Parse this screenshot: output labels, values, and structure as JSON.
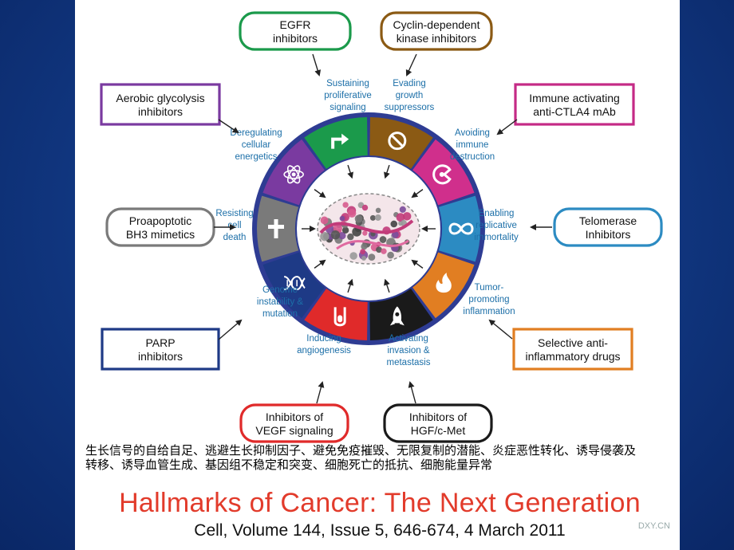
{
  "hallmarks": [
    {
      "id": "proliferative",
      "label": "Sustaining\nproliferative\nsignaling",
      "color": "#1b9a4b",
      "icon": "arrow-icon"
    },
    {
      "id": "suppressors",
      "label": "Evading\ngrowth\nsuppressors",
      "color": "#8b5a14",
      "icon": "prohibited-icon"
    },
    {
      "id": "immune",
      "label": "Avoiding\nimmune\ndestruction",
      "color": "#d02f8c",
      "icon": "pacman-cell-icon"
    },
    {
      "id": "immortality",
      "label": "Enabling\nreplicative\nimmortality",
      "color": "#2c8bc2",
      "icon": "infinity-icon"
    },
    {
      "id": "inflammation",
      "label": "Tumor-\npromoting\ninflammation",
      "color": "#e17e22",
      "icon": "flame-icon"
    },
    {
      "id": "invasion",
      "label": "Activating\ninvasion &\nmetastasis",
      "color": "#1a1a1a",
      "icon": "rocket-icon"
    },
    {
      "id": "angiogenesis",
      "label": "Inducing\nangiogenesis",
      "color": "#e02a2a",
      "icon": "vessel-icon"
    },
    {
      "id": "genome",
      "label": "Genome\ninstability &\nmutation",
      "color": "#1e3a86",
      "icon": "dna-icon"
    },
    {
      "id": "celldeath",
      "label": "Resisting\ncell\ndeath",
      "color": "#7a7a7a",
      "icon": "cross-icon"
    },
    {
      "id": "energetics",
      "label": "Deregulating\ncellular\nenergetics",
      "color": "#7a3aa0",
      "icon": "atom-icon"
    }
  ],
  "therapies": [
    {
      "id": "egfr",
      "label": "EGFR\ninhibitors",
      "color": "#1b9a4b",
      "shape": "rounded"
    },
    {
      "id": "cdk",
      "label": "Cyclin-dependent\nkinase inhibitors",
      "color": "#8b5a14",
      "shape": "rounded"
    },
    {
      "id": "ctla4",
      "label": "Immune activating\nanti-CTLA4 mAb",
      "color": "#c42a86",
      "shape": "square"
    },
    {
      "id": "telomerase",
      "label": "Telomerase\nInhibitors",
      "color": "#2c8bc2",
      "shape": "rounded"
    },
    {
      "id": "antiinflam",
      "label": "Selective anti-\ninflammatory drugs",
      "color": "#e17e22",
      "shape": "square"
    },
    {
      "id": "hgf",
      "label": "Inhibitors of\nHGF/c-Met",
      "color": "#1a1a1a",
      "shape": "rounded"
    },
    {
      "id": "vegf",
      "label": "Inhibitors of\nVEGF signaling",
      "color": "#e02a2a",
      "shape": "rounded"
    },
    {
      "id": "parp",
      "label": "PARP\ninhibitors",
      "color": "#1e3a86",
      "shape": "square"
    },
    {
      "id": "bh3",
      "label": "Proapoptotic\nBH3 mimetics",
      "color": "#7a7a7a",
      "shape": "rounded"
    },
    {
      "id": "glycolysis",
      "label": "Aerobic glycolysis\ninhibitors",
      "color": "#7a3aa0",
      "shape": "square"
    }
  ],
  "colors": {
    "ring_outer": "#2e3c93",
    "center": "#ffffff"
  },
  "caption": "生长信号的自给自足、逃避生长抑制因子、避免免疫摧毁、无限复制的潜能、炎症恶性转化、诱导侵袭及转移、诱导血管生成、基因组不稳定和突变、细胞死亡的抵抗、细胞能量异常",
  "title": "Hallmarks of Cancer: The Next Generation",
  "citation": "Cell, Volume 144, Issue 5, 646-674, 4 March 2011",
  "watermark": "DXY.CN"
}
